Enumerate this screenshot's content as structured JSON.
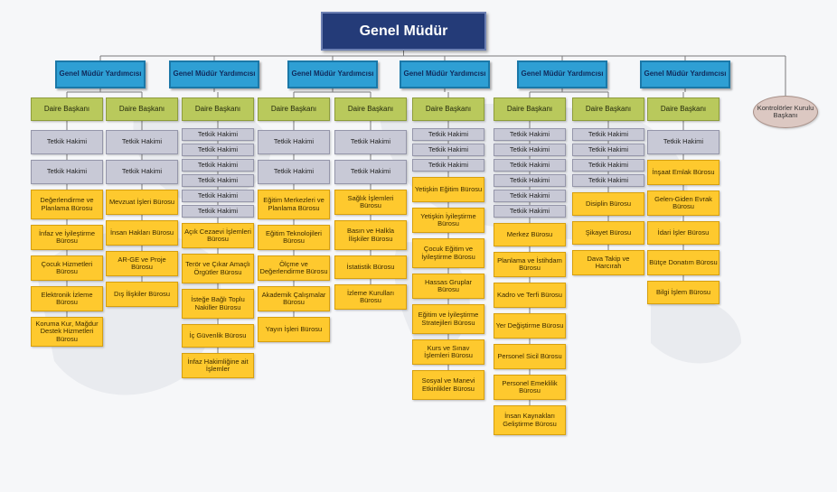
{
  "title": "Genel Müdür",
  "deputies": [
    {
      "label": "Genel Müdür Yardımcısı",
      "departments": [
        {
          "label": "Daire Başkanı",
          "items": [
            {
              "type": "th",
              "text": "Tetkik Hakimi"
            },
            {
              "type": "th",
              "text": "Tetkik Hakimi"
            },
            {
              "type": "bu",
              "text": "Değerlendirme ve Planlama Bürosu"
            },
            {
              "type": "bu",
              "text": "İnfaz ve İyileştirme Bürosu"
            },
            {
              "type": "bu",
              "text": "Çocuk Hizmetleri Bürosu"
            },
            {
              "type": "bu",
              "text": "Elektronik İzleme Bürosu"
            },
            {
              "type": "bu",
              "text": "Koruma Kur, Mağdur Destek Hizmetleri Bürosu"
            }
          ]
        },
        {
          "label": "Daire Başkanı",
          "items": [
            {
              "type": "th",
              "text": "Tetkik Hakimi"
            },
            {
              "type": "th",
              "text": "Tetkik Hakimi"
            },
            {
              "type": "bu",
              "text": "Mevzuat İşleri Bürosu"
            },
            {
              "type": "bu",
              "text": "İnsan Hakları Bürosu"
            },
            {
              "type": "bu",
              "text": "AR-GE ve Proje Bürosu"
            },
            {
              "type": "bu",
              "text": "Dış İlişkiler Bürosu"
            }
          ]
        }
      ]
    },
    {
      "label": "Genel Müdür Yardımcısı",
      "departments": [
        {
          "label": "Daire Başkanı",
          "items": [
            {
              "type": "th",
              "text": "Tetkik Hakimi"
            },
            {
              "type": "th",
              "text": "Tetkik Hakimi"
            },
            {
              "type": "th",
              "text": "Tetkik Hakimi"
            },
            {
              "type": "th",
              "text": "Tetkik Hakimi"
            },
            {
              "type": "th",
              "text": "Tetkik Hakimi"
            },
            {
              "type": "th",
              "text": "Tetkik Hakimi"
            },
            {
              "type": "bu",
              "text": "Açık Cezaevi İşlemleri Bürosu"
            },
            {
              "type": "bu",
              "text": "Terör ve Çıkar Amaçlı Örgütler Bürosu"
            },
            {
              "type": "bu",
              "text": "İsteğe Bağlı Toplu Nakiller Bürosu"
            },
            {
              "type": "bu",
              "text": "İç Güvenlik Bürosu"
            },
            {
              "type": "bu",
              "text": "İnfaz Hakimliğine ait İşlemler"
            }
          ]
        }
      ]
    },
    {
      "label": "Genel Müdür Yardımcısı",
      "departments": [
        {
          "label": "Daire Başkanı",
          "items": [
            {
              "type": "th",
              "text": "Tetkik Hakimi"
            },
            {
              "type": "th",
              "text": "Tetkik Hakimi"
            },
            {
              "type": "bu",
              "text": "Eğitim Merkezleri ve Planlama Bürosu"
            },
            {
              "type": "bu",
              "text": "Eğitim Teknolojileri Bürosu"
            },
            {
              "type": "bu",
              "text": "Ölçme ve Değerlendirme Bürosu"
            },
            {
              "type": "bu",
              "text": "Akademik Çalışmalar Bürosu"
            },
            {
              "type": "bu",
              "text": "Yayın İşleri Bürosu"
            }
          ]
        },
        {
          "label": "Daire Başkanı",
          "items": [
            {
              "type": "th",
              "text": "Tetkik Hakimi"
            },
            {
              "type": "th",
              "text": "Tetkik Hakimi"
            },
            {
              "type": "bu",
              "text": "Sağlık İşlemleri Bürosu"
            },
            {
              "type": "bu",
              "text": "Basın ve Halkla İlişkiler Bürosu"
            },
            {
              "type": "bu",
              "text": "İstatistik Bürosu"
            },
            {
              "type": "bu",
              "text": "İzleme Kurulları Bürosu"
            }
          ]
        }
      ]
    },
    {
      "label": "Genel Müdür Yardımcısı",
      "departments": [
        {
          "label": "Daire Başkanı",
          "items": [
            {
              "type": "th",
              "text": "Tetkik Hakimi"
            },
            {
              "type": "th",
              "text": "Tetkik Hakimi"
            },
            {
              "type": "th",
              "text": "Tetkik Hakimi"
            },
            {
              "type": "bu",
              "text": "Yetişkin Eğitim Bürosu"
            },
            {
              "type": "bu",
              "text": "Yetişkin İyileştirme Bürosu"
            },
            {
              "type": "bu",
              "text": "Çocuk Eğitim ve İyileştirme Bürosu"
            },
            {
              "type": "bu",
              "text": "Hassas Gruplar Bürosu"
            },
            {
              "type": "bu",
              "text": "Eğitim ve İyileştirme Stratejileri Bürosu"
            },
            {
              "type": "bu",
              "text": "Kurs ve Sınav İşlemleri Bürosu"
            },
            {
              "type": "bu",
              "text": "Sosyal ve Manevi Etkinlikler Bürosu"
            }
          ]
        }
      ]
    },
    {
      "label": "Genel Müdür Yardımcısı",
      "departments": [
        {
          "label": "Daire Başkanı",
          "items": [
            {
              "type": "th",
              "text": "Tetkik Hakimi"
            },
            {
              "type": "th",
              "text": "Tetkik Hakimi"
            },
            {
              "type": "th",
              "text": "Tetkik Hakimi"
            },
            {
              "type": "th",
              "text": "Tetkik Hakimi"
            },
            {
              "type": "th",
              "text": "Tetkik Hakimi"
            },
            {
              "type": "th",
              "text": "Tetkik Hakimi"
            },
            {
              "type": "bu",
              "text": "Merkez Bürosu"
            },
            {
              "type": "bu",
              "text": "Planlama ve İstihdam Bürosu"
            },
            {
              "type": "bu",
              "text": "Kadro ve Terfi Bürosu"
            },
            {
              "type": "bu",
              "text": "Yer Değiştirme Bürosu"
            },
            {
              "type": "bu",
              "text": "Personel Sicil Bürosu"
            },
            {
              "type": "bu",
              "text": "Personel Emeklilik Bürosu"
            },
            {
              "type": "bu",
              "text": "İnsan Kaynakları Geliştirme Bürosu"
            }
          ]
        },
        {
          "label": "Daire Başkanı",
          "items": [
            {
              "type": "th",
              "text": "Tetkik Hakimi"
            },
            {
              "type": "th",
              "text": "Tetkik Hakimi"
            },
            {
              "type": "th",
              "text": "Tetkik Hakimi"
            },
            {
              "type": "th",
              "text": "Tetkik Hakimi"
            },
            {
              "type": "bu",
              "text": "Disiplin Bürosu"
            },
            {
              "type": "bu",
              "text": "Şikayet Bürosu"
            },
            {
              "type": "bu",
              "text": "Dava Takip ve Harcırah"
            }
          ]
        }
      ]
    },
    {
      "label": "Genel Müdür Yardımcısı",
      "departments": [
        {
          "label": "Daire Başkanı",
          "items": [
            {
              "type": "th",
              "text": "Tetkik Hakimi"
            },
            {
              "type": "bu",
              "text": "İnşaat Emlak Bürosu"
            },
            {
              "type": "bu",
              "text": "Gelen-Giden Evrak Bürosu"
            },
            {
              "type": "bu",
              "text": "İdari İşler Bürosu"
            },
            {
              "type": "bu",
              "text": "Bütçe Donatım Bürosu"
            },
            {
              "type": "bu",
              "text": "Bilgi İşlem Bürosu"
            }
          ]
        }
      ]
    }
  ],
  "control": "Kontrolörler Kurulu Başkanı",
  "colors": {
    "director": "#243b78",
    "deputy": "#2e9fd4",
    "department": "#b9c95c",
    "judge": "#c8c9d6",
    "bureau": "#fec92e",
    "control": "#dcc8c2",
    "line": "#7a7a7a"
  }
}
